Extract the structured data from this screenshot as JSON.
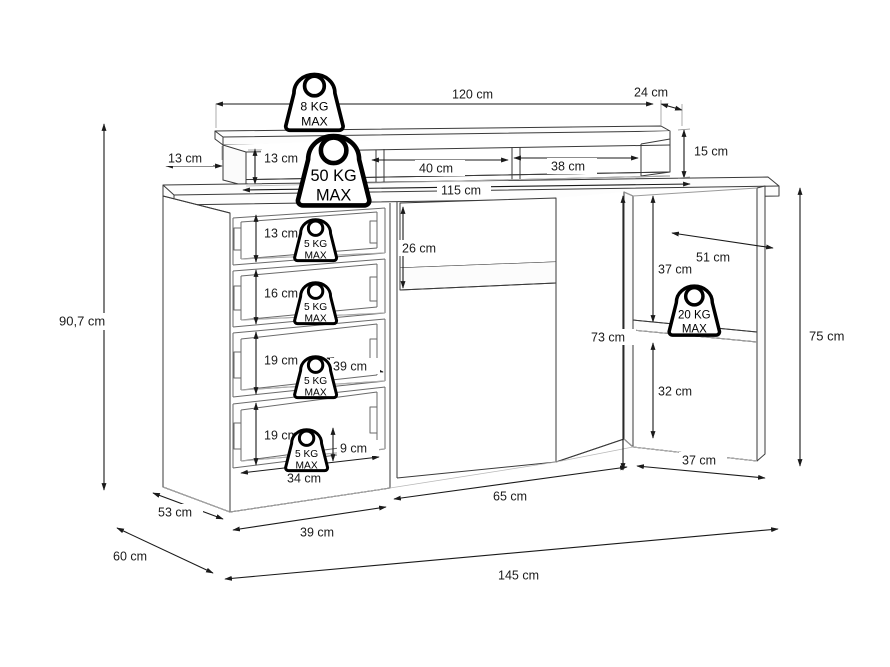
{
  "diagram": {
    "title": "Computer desk with hutch - dimensioned assembly drawing",
    "units": "cm",
    "line_color": "#1a1a1a",
    "furniture_line_color": "#3a3a3a",
    "background": "#ffffff"
  },
  "dimensions": {
    "hutch_top_width": "120 cm",
    "hutch_right_overhang": "24 cm",
    "hutch_left_depth": "13 cm",
    "hutch_opening_height": "13 cm",
    "hutch_compartment_left": "40 cm",
    "hutch_compartment_right": "38 cm",
    "hutch_total_height": "15 cm",
    "desktop_width": "115 cm",
    "overall_height": "90,7 cm",
    "desk_height": "75 cm",
    "leg_clear_height": "73 cm",
    "keyboard_tray_height": "26 cm",
    "drawer1_height": "13 cm",
    "drawer2_height": "16 cm",
    "drawer3_height": "19 cm",
    "drawer4_height": "19 cm",
    "drawer_depth": "39 cm",
    "drawer_inner_width": "34 cm",
    "drawer_inner_height": "9 cm",
    "cabinet_side_depth": "53 cm",
    "cabinet_front_width": "39 cm",
    "knee_space_width": "65 cm",
    "base_depth": "60 cm",
    "overall_width": "145 cm",
    "shelf_upper_height": "37 cm",
    "shelf_depth": "51 cm",
    "shelf_lower_height": "32 cm",
    "shelf_width": "37 cm"
  },
  "load_labels": [
    {
      "id": "hutch-top",
      "kg": "8 KG",
      "max": "MAX"
    },
    {
      "id": "desktop",
      "kg": "50 KG",
      "max": "MAX"
    },
    {
      "id": "drawer-1",
      "kg": "5 KG",
      "max": "MAX"
    },
    {
      "id": "drawer-2",
      "kg": "5 KG",
      "max": "MAX"
    },
    {
      "id": "drawer-3",
      "kg": "5 KG",
      "max": "MAX"
    },
    {
      "id": "drawer-4",
      "kg": "5 KG",
      "max": "MAX"
    },
    {
      "id": "right-shelf",
      "kg": "20 KG",
      "max": "MAX"
    }
  ]
}
